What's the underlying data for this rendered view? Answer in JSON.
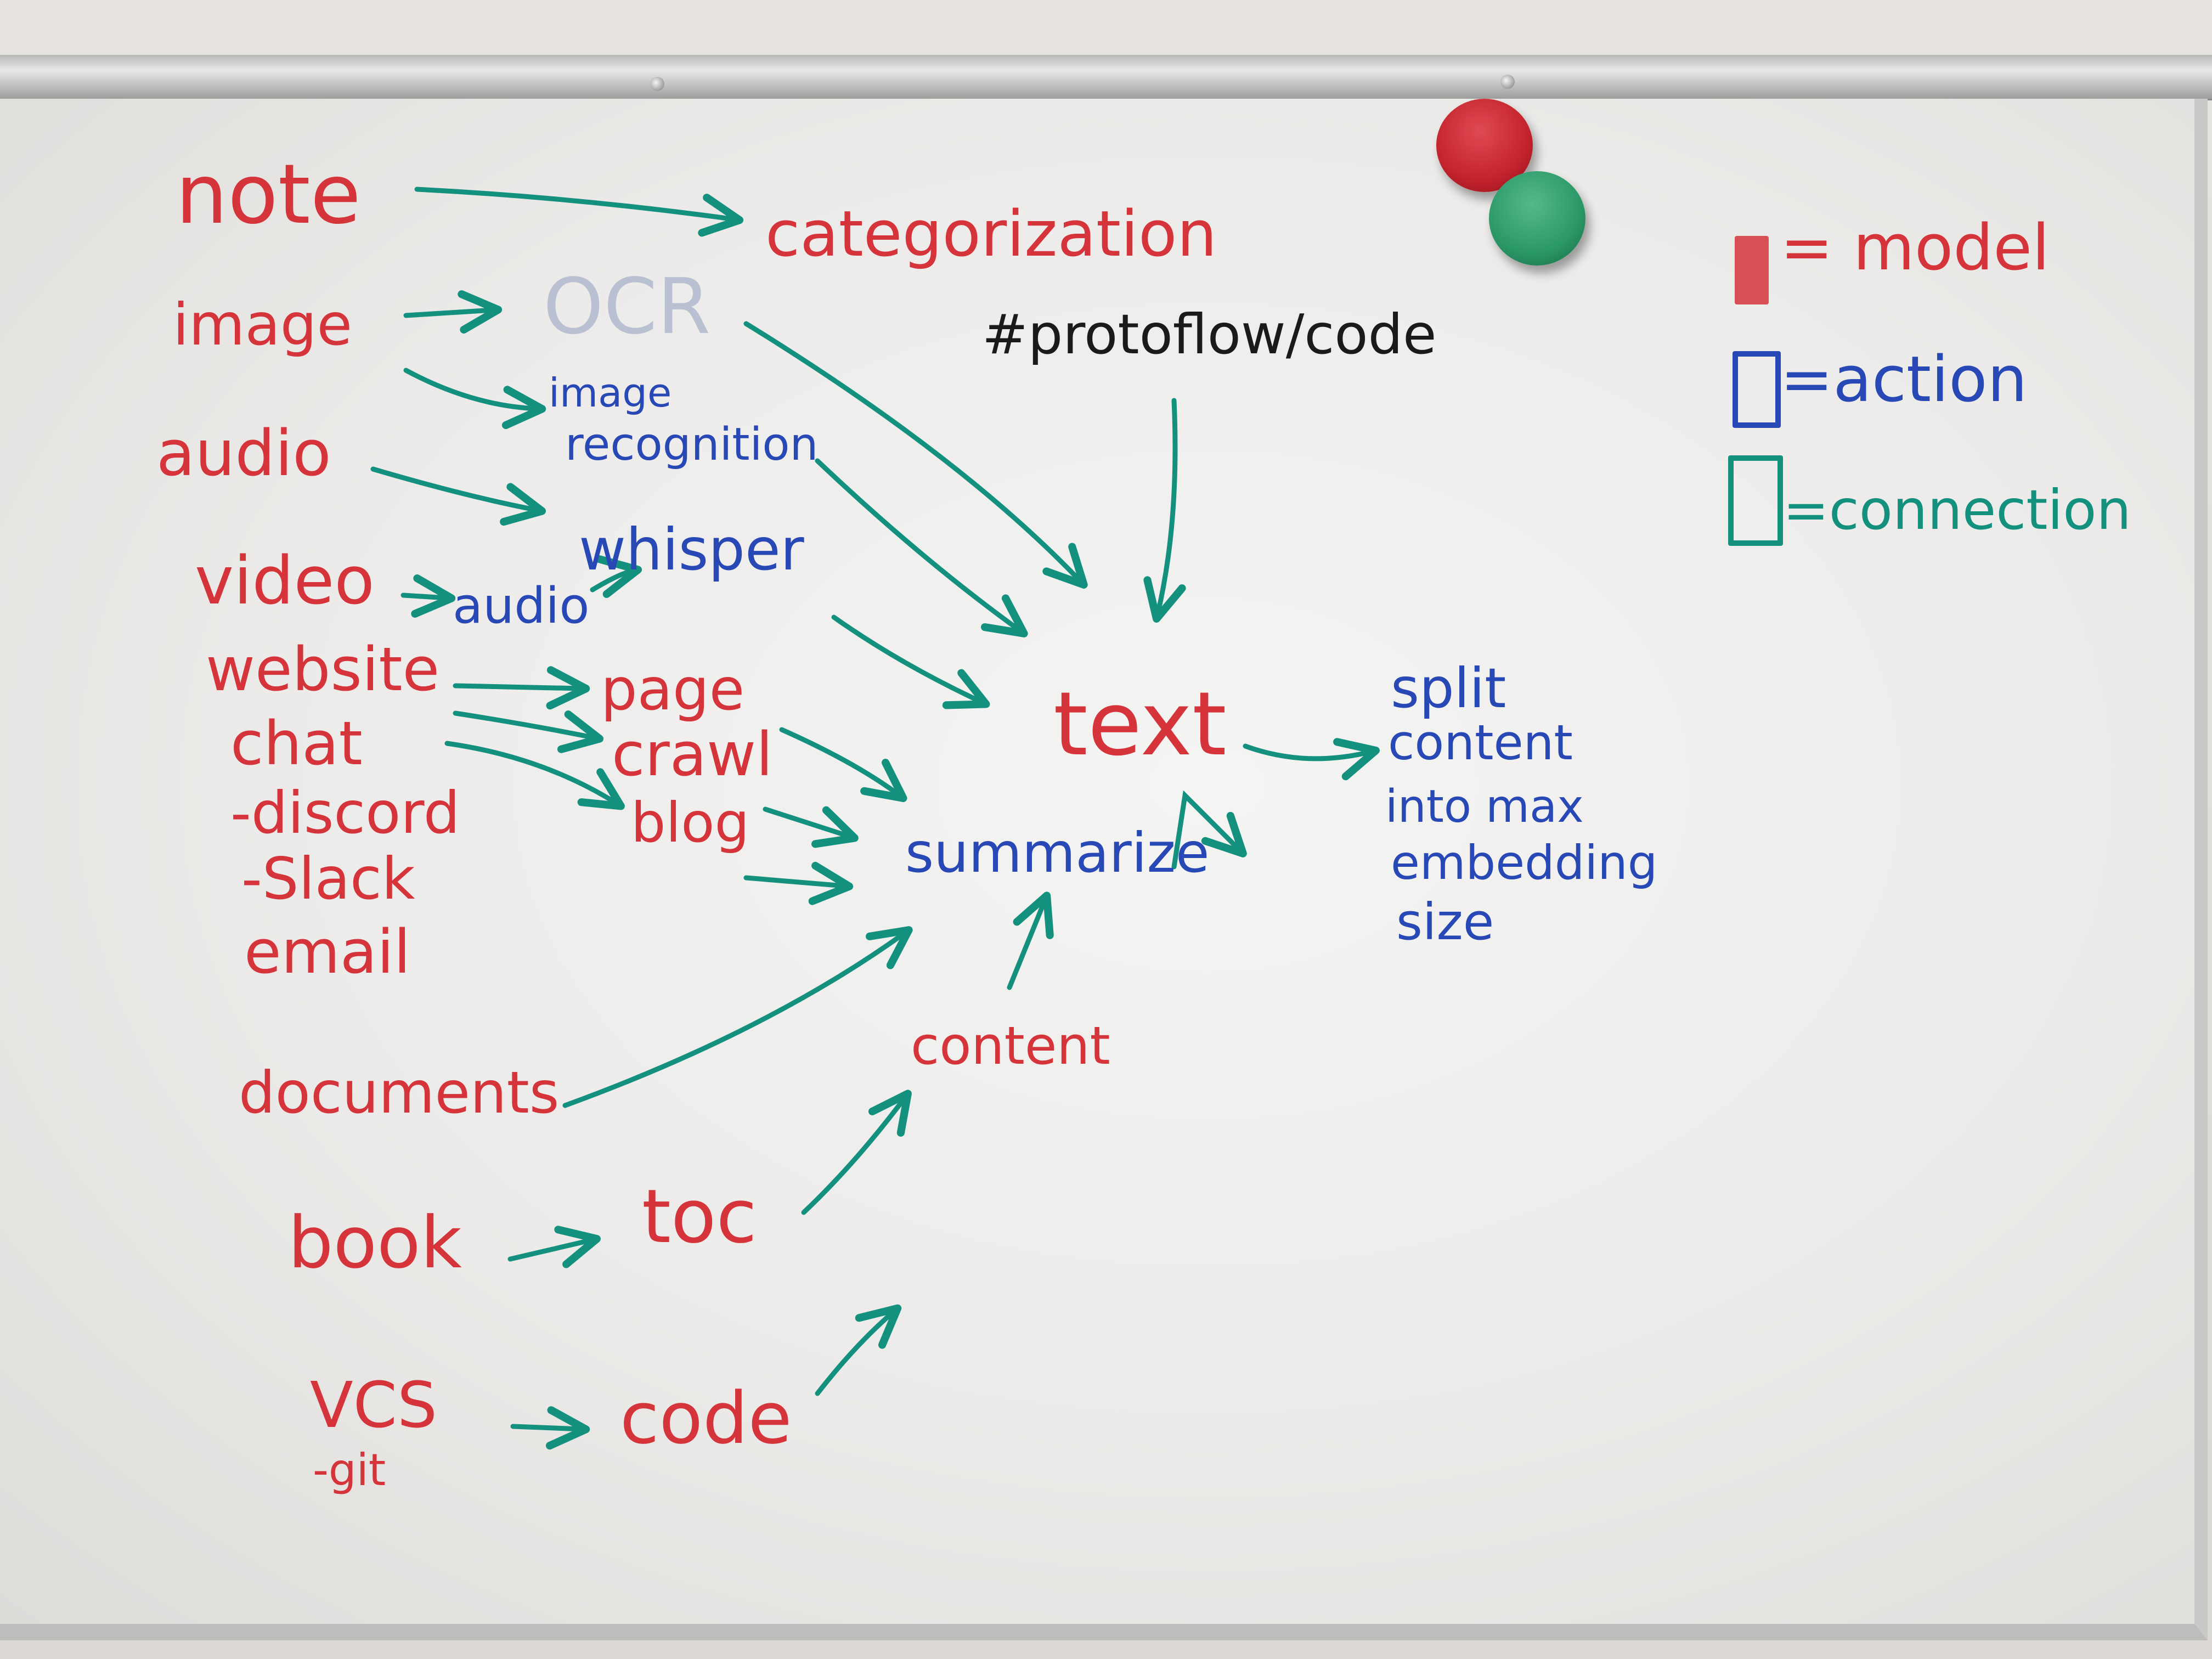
{
  "nodes": {
    "note": "note",
    "image": "image",
    "audio": "audio",
    "video": "video",
    "website": "website",
    "chat": "chat",
    "discord": "-discord",
    "slack": "-Slack",
    "email": "email",
    "documents": "documents",
    "book": "book",
    "vcs": "VCS",
    "git": "-git",
    "categorization": "categorization",
    "ocr": "OCR",
    "image_recognition_1": "image",
    "image_recognition_2": "recognition",
    "audio_sub": "audio",
    "whisper": "whisper",
    "page": "page",
    "crawl": "crawl",
    "blog": "blog",
    "toc": "toc",
    "code": "code",
    "summarize": "summarize",
    "content": "content",
    "text": "text",
    "protoflow": "#protoflow/code",
    "split_1": "split",
    "split_2": "content",
    "split_3": "into max",
    "split_4": "embedding",
    "split_5": "size"
  },
  "legend": {
    "model": "= model",
    "action": "=action",
    "connection": "=connection"
  },
  "colors": {
    "model": "#d5343b",
    "action": "#2748b5",
    "connection": "#14907f",
    "tag": "#1a1a1a"
  }
}
